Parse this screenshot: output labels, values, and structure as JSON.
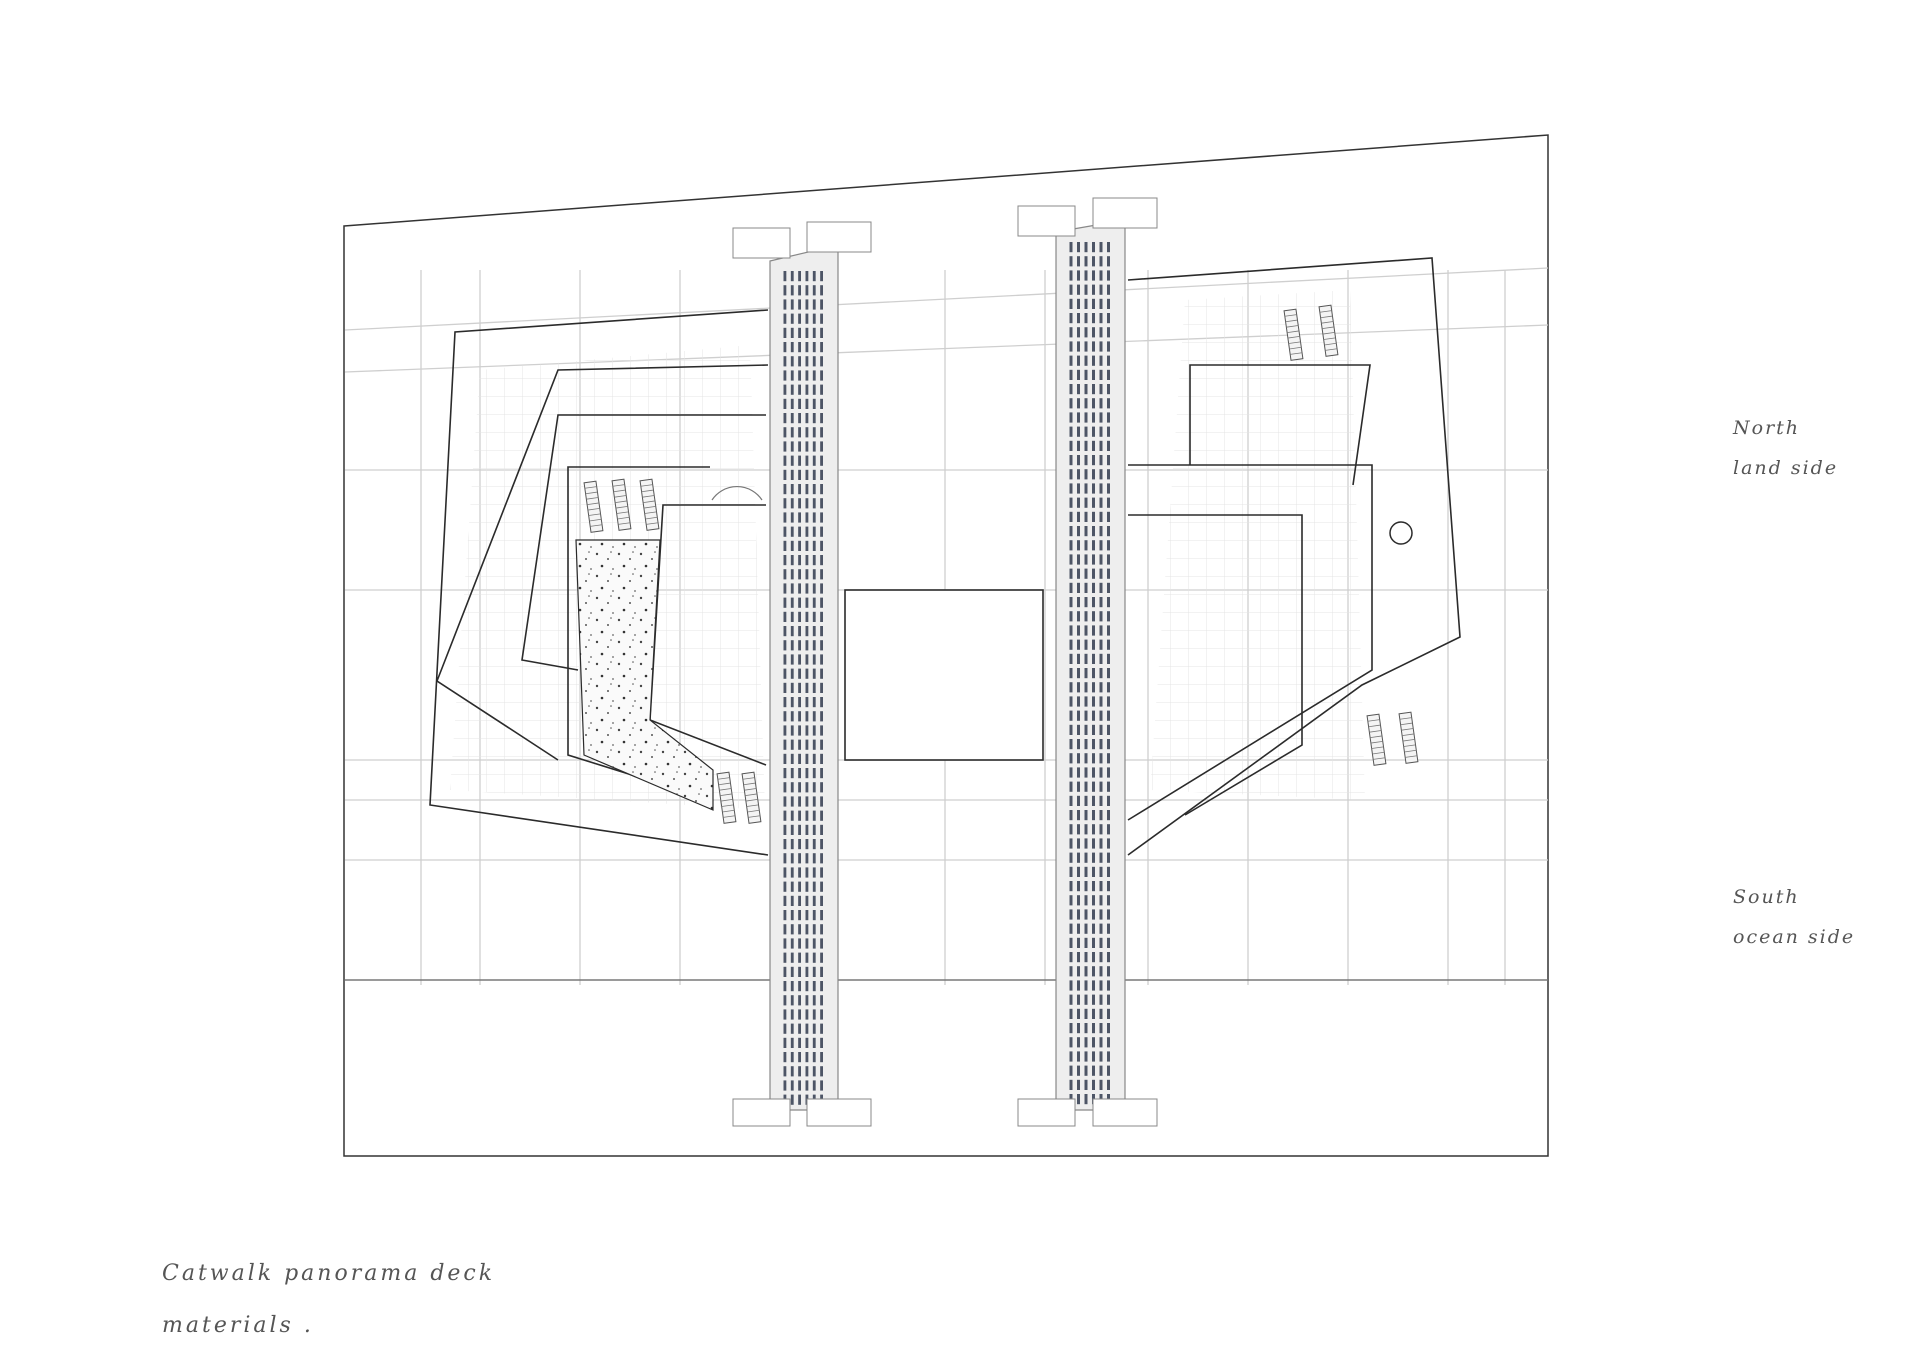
{
  "notes": {
    "north": {
      "line1": "North",
      "line2": "land side"
    },
    "south": {
      "line1": "South",
      "line2": "ocean side"
    }
  },
  "caption": {
    "line1": "Catwalk panorama deck",
    "line2": "materials ."
  },
  "colors": {
    "line": "#2b2b2b",
    "grid": "#c8c8c8",
    "fine_grid": "#e2e2e2",
    "solar_panel": "#4d5566",
    "deck": "#eeeeee"
  }
}
